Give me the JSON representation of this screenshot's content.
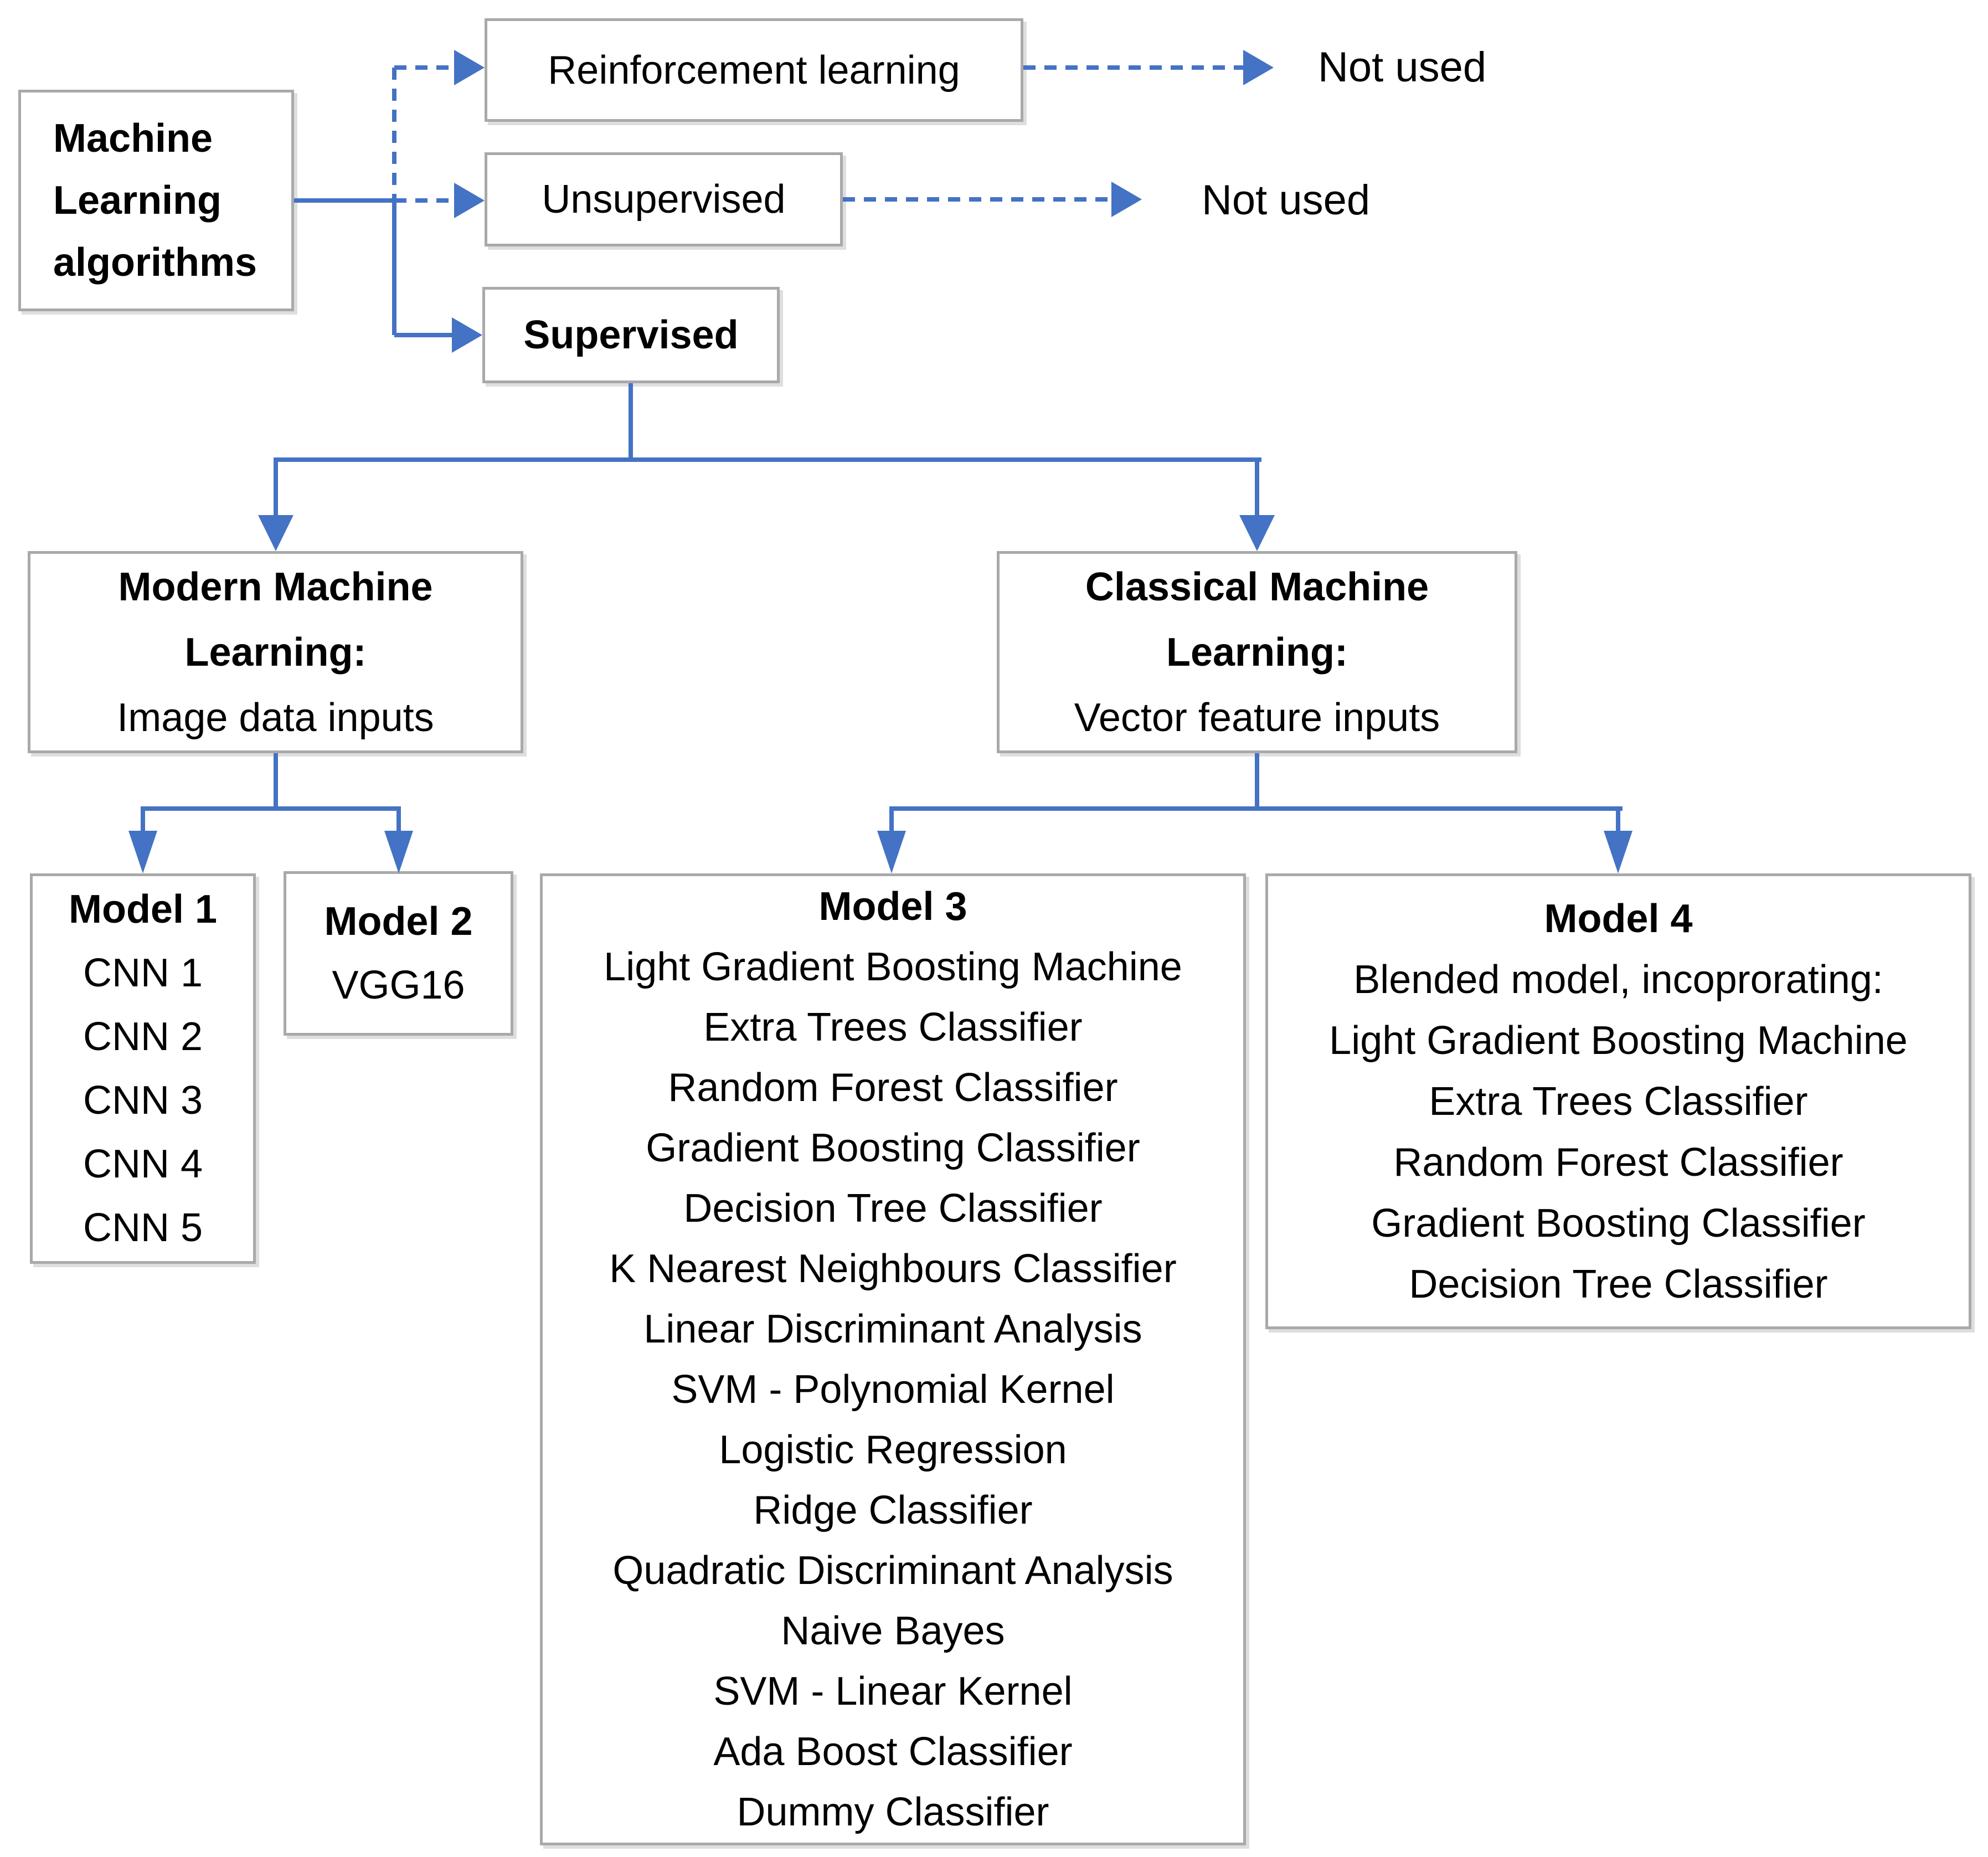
{
  "colors": {
    "accent_blue": "#4472C4",
    "border_gray": "#A9A9A9",
    "text_black": "#000000",
    "background": "#FFFFFF"
  },
  "nodes": {
    "ml_algorithms": {
      "lines": [
        {
          "text": "Machine",
          "bold": true
        },
        {
          "text": "Learning",
          "bold": true
        },
        {
          "text": "algorithms",
          "bold": true
        }
      ]
    },
    "reinforcement": {
      "lines": [
        {
          "text": "Reinforcement learning",
          "bold": false
        }
      ]
    },
    "unsupervised": {
      "lines": [
        {
          "text": "Unsupervised",
          "bold": false
        }
      ]
    },
    "supervised": {
      "lines": [
        {
          "text": "Supervised",
          "bold": true
        }
      ]
    },
    "modern_ml": {
      "lines": [
        {
          "text": "Modern Machine",
          "bold": true
        },
        {
          "text": "Learning:",
          "bold": true
        },
        {
          "text": "Image data inputs",
          "bold": false
        }
      ]
    },
    "classical_ml": {
      "lines": [
        {
          "text": "Classical Machine",
          "bold": true
        },
        {
          "text": "Learning:",
          "bold": true
        },
        {
          "text": "Vector feature inputs",
          "bold": false
        }
      ]
    },
    "model1": {
      "lines": [
        {
          "text": "Model 1",
          "bold": true
        },
        {
          "text": "CNN 1",
          "bold": false
        },
        {
          "text": "CNN 2",
          "bold": false
        },
        {
          "text": "CNN 3",
          "bold": false
        },
        {
          "text": "CNN 4",
          "bold": false
        },
        {
          "text": "CNN 5",
          "bold": false
        }
      ]
    },
    "model2": {
      "lines": [
        {
          "text": "Model 2",
          "bold": true
        },
        {
          "text": "VGG16",
          "bold": false
        }
      ]
    },
    "model3": {
      "lines": [
        {
          "text": "Model 3",
          "bold": true
        },
        {
          "text": "Light Gradient Boosting Machine",
          "bold": false
        },
        {
          "text": "Extra Trees Classifier",
          "bold": false
        },
        {
          "text": "Random Forest Classifier",
          "bold": false
        },
        {
          "text": "Gradient Boosting Classifier",
          "bold": false
        },
        {
          "text": "Decision Tree Classifier",
          "bold": false
        },
        {
          "text": "K Nearest Neighbours Classifier",
          "bold": false
        },
        {
          "text": "Linear Discriminant Analysis",
          "bold": false
        },
        {
          "text": "SVM - Polynomial Kernel",
          "bold": false
        },
        {
          "text": "Logistic Regression",
          "bold": false
        },
        {
          "text": "Ridge Classifier",
          "bold": false
        },
        {
          "text": "Quadratic Discriminant Analysis",
          "bold": false
        },
        {
          "text": "Naive Bayes",
          "bold": false
        },
        {
          "text": "SVM - Linear Kernel",
          "bold": false
        },
        {
          "text": "Ada Boost Classifier",
          "bold": false
        },
        {
          "text": "Dummy Classifier",
          "bold": false
        }
      ]
    },
    "model4": {
      "lines": [
        {
          "text": "Model 4",
          "bold": true
        },
        {
          "text": "Blended model, incoprorating:",
          "bold": false
        },
        {
          "text": "Light Gradient Boosting Machine",
          "bold": false
        },
        {
          "text": "Extra Trees Classifier",
          "bold": false
        },
        {
          "text": "Random Forest Classifier",
          "bold": false
        },
        {
          "text": "Gradient Boosting Classifier",
          "bold": false
        },
        {
          "text": "Decision Tree Classifier",
          "bold": false
        }
      ]
    }
  },
  "labels": {
    "not_used_reinforcement": "Not used",
    "not_used_unsupervised": "Not used"
  }
}
